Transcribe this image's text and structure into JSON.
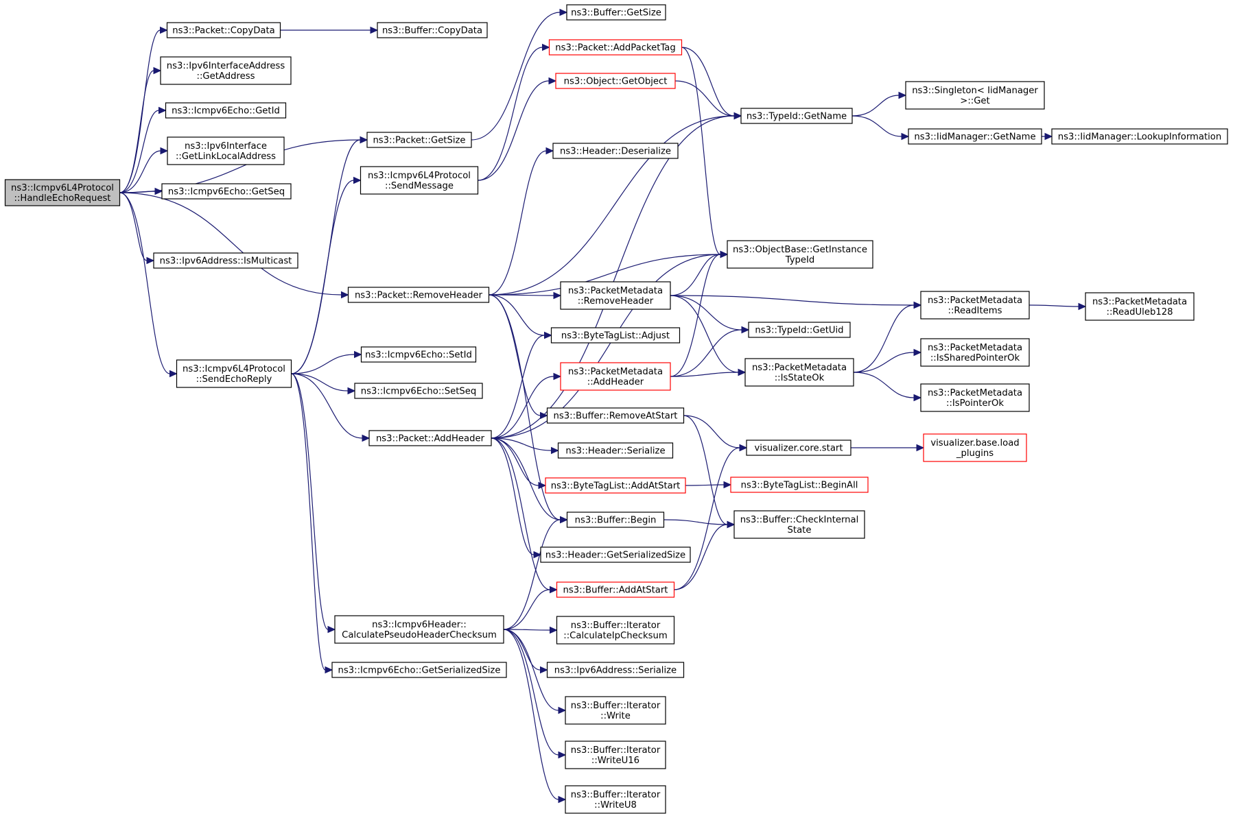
{
  "colors": {
    "edge": "#191970",
    "node_border": "#000000",
    "truncated_node_border": "#ff0000",
    "root_fill": "#bfbfbf",
    "background": "#ffffff"
  },
  "nodes": [
    {
      "id": "root",
      "lines": [
        "ns3::Icmpv6L4Protocol",
        "::HandleEchoRequest"
      ]
    },
    {
      "id": "pkt_copydata",
      "lines": [
        "ns3::Packet::CopyData"
      ]
    },
    {
      "id": "ipv6ifaddr_getaddress",
      "lines": [
        "ns3::Ipv6InterfaceAddress",
        "::GetAddress"
      ]
    },
    {
      "id": "echo_getid",
      "lines": [
        "ns3::Icmpv6Echo::GetId"
      ]
    },
    {
      "id": "ipv6if_getlinklocal",
      "lines": [
        "ns3::Ipv6Interface",
        "::GetLinkLocalAddress"
      ]
    },
    {
      "id": "echo_getseq",
      "lines": [
        "ns3::Icmpv6Echo::GetSeq"
      ]
    },
    {
      "id": "ipv6addr_ismulticast",
      "lines": [
        "ns3::Ipv6Address::IsMulticast"
      ]
    },
    {
      "id": "sendechoreply",
      "lines": [
        "ns3::Icmpv6L4Protocol",
        "::SendEchoReply"
      ]
    },
    {
      "id": "pkt_getsize",
      "lines": [
        "ns3::Packet::GetSize"
      ]
    },
    {
      "id": "sendmessage",
      "lines": [
        "ns3::Icmpv6L4Protocol",
        "::SendMessage"
      ]
    },
    {
      "id": "pkt_removeheader",
      "lines": [
        "ns3::Packet::RemoveHeader"
      ]
    },
    {
      "id": "echo_setid",
      "lines": [
        "ns3::Icmpv6Echo::SetId"
      ]
    },
    {
      "id": "echo_setseq",
      "lines": [
        "ns3::Icmpv6Echo::SetSeq"
      ]
    },
    {
      "id": "pkt_addheader",
      "lines": [
        "ns3::Packet::AddHeader"
      ]
    },
    {
      "id": "calcpseudo",
      "lines": [
        "ns3::Icmpv6Header::",
        "CalculatePseudoHeaderChecksum"
      ]
    },
    {
      "id": "echo_getserialsize",
      "lines": [
        "ns3::Icmpv6Echo::GetSerializedSize"
      ]
    },
    {
      "id": "buf_copydata",
      "lines": [
        "ns3::Buffer::CopyData"
      ]
    },
    {
      "id": "buf_getsize",
      "lines": [
        "ns3::Buffer::GetSize"
      ]
    },
    {
      "id": "pkt_addpackettag",
      "lines": [
        "ns3::Packet::AddPacketTag"
      ]
    },
    {
      "id": "obj_getobject",
      "lines": [
        "ns3::Object::GetObject"
      ]
    },
    {
      "id": "hdr_deserialize",
      "lines": [
        "ns3::Header::Deserialize"
      ]
    },
    {
      "id": "pm_removeheader",
      "lines": [
        "ns3::PacketMetadata",
        "::RemoveHeader"
      ]
    },
    {
      "id": "btl_adjust",
      "lines": [
        "ns3::ByteTagList::Adjust"
      ]
    },
    {
      "id": "pm_addheader",
      "lines": [
        "ns3::PacketMetadata",
        "::AddHeader"
      ]
    },
    {
      "id": "buf_removeatstart",
      "lines": [
        "ns3::Buffer::RemoveAtStart"
      ]
    },
    {
      "id": "hdr_serialize",
      "lines": [
        "ns3::Header::Serialize"
      ]
    },
    {
      "id": "btl_addatstart",
      "lines": [
        "ns3::ByteTagList::AddAtStart"
      ]
    },
    {
      "id": "buf_begin",
      "lines": [
        "ns3::Buffer::Begin"
      ]
    },
    {
      "id": "hdr_getserialsize",
      "lines": [
        "ns3::Header::GetSerializedSize"
      ]
    },
    {
      "id": "buf_addatstart",
      "lines": [
        "ns3::Buffer::AddAtStart"
      ]
    },
    {
      "id": "bufit_calcipchecksum",
      "lines": [
        "ns3::Buffer::Iterator",
        "::CalculateIpChecksum"
      ]
    },
    {
      "id": "ipv6addr_serialize",
      "lines": [
        "ns3::Ipv6Address::Serialize"
      ]
    },
    {
      "id": "bufit_write",
      "lines": [
        "ns3::Buffer::Iterator",
        "::Write"
      ]
    },
    {
      "id": "bufit_writeu16",
      "lines": [
        "ns3::Buffer::Iterator",
        "::WriteU16"
      ]
    },
    {
      "id": "bufit_writeu8",
      "lines": [
        "ns3::Buffer::Iterator",
        "::WriteU8"
      ]
    },
    {
      "id": "typeid_getname",
      "lines": [
        "ns3::TypeId::GetName"
      ]
    },
    {
      "id": "objbase_getinstancetypeid",
      "lines": [
        "ns3::ObjectBase::GetInstance",
        "TypeId"
      ]
    },
    {
      "id": "typeid_getuid",
      "lines": [
        "ns3::TypeId::GetUid"
      ]
    },
    {
      "id": "pm_isstateok",
      "lines": [
        "ns3::PacketMetadata",
        "::IsStateOk"
      ]
    },
    {
      "id": "viz_core_start",
      "lines": [
        "visualizer.core.start"
      ]
    },
    {
      "id": "btl_beginall",
      "lines": [
        "ns3::ByteTagList::BeginAll"
      ]
    },
    {
      "id": "buf_checkinternalstate",
      "lines": [
        "ns3::Buffer::CheckInternal",
        "State"
      ]
    },
    {
      "id": "singleton_get",
      "lines": [
        "ns3::Singleton< IidManager",
        ">::Get"
      ]
    },
    {
      "id": "iidmgr_getname",
      "lines": [
        "ns3::IidManager::GetName"
      ]
    },
    {
      "id": "iidmgr_lookupinfo",
      "lines": [
        "ns3::IidManager::LookupInformation"
      ]
    },
    {
      "id": "pm_readitems",
      "lines": [
        "ns3::PacketMetadata",
        "::ReadItems"
      ]
    },
    {
      "id": "pm_issharedpointerok",
      "lines": [
        "ns3::PacketMetadata",
        "::IsSharedPointerOk"
      ]
    },
    {
      "id": "pm_ispointerok",
      "lines": [
        "ns3::PacketMetadata",
        "::IsPointerOk"
      ]
    },
    {
      "id": "viz_base_loadplugins",
      "lines": [
        "visualizer.base.load",
        "_plugins"
      ]
    },
    {
      "id": "pm_readuleb128",
      "lines": [
        "ns3::PacketMetadata",
        "::ReadUleb128"
      ]
    }
  ],
  "edges": [
    [
      "root",
      "pkt_copydata"
    ],
    [
      "root",
      "ipv6ifaddr_getaddress"
    ],
    [
      "root",
      "echo_getid"
    ],
    [
      "root",
      "ipv6if_getlinklocal"
    ],
    [
      "root",
      "echo_getseq"
    ],
    [
      "root",
      "pkt_getsize"
    ],
    [
      "root",
      "ipv6addr_ismulticast"
    ],
    [
      "root",
      "pkt_removeheader"
    ],
    [
      "root",
      "sendechoreply"
    ],
    [
      "pkt_copydata",
      "buf_copydata"
    ],
    [
      "pkt_getsize",
      "buf_getsize"
    ],
    [
      "sendechoreply",
      "pkt_getsize"
    ],
    [
      "sendechoreply",
      "sendmessage"
    ],
    [
      "sendechoreply",
      "echo_setid"
    ],
    [
      "sendechoreply",
      "echo_setseq"
    ],
    [
      "sendechoreply",
      "pkt_addheader"
    ],
    [
      "sendechoreply",
      "calcpseudo"
    ],
    [
      "sendechoreply",
      "echo_getserialsize"
    ],
    [
      "sendmessage",
      "pkt_addpackettag"
    ],
    [
      "sendmessage",
      "obj_getobject"
    ],
    [
      "pkt_removeheader",
      "typeid_getname"
    ],
    [
      "pkt_removeheader",
      "hdr_deserialize"
    ],
    [
      "pkt_removeheader",
      "objbase_getinstancetypeid"
    ],
    [
      "pkt_removeheader",
      "pm_removeheader"
    ],
    [
      "pkt_removeheader",
      "btl_adjust"
    ],
    [
      "pkt_removeheader",
      "buf_removeatstart"
    ],
    [
      "pkt_removeheader",
      "buf_begin"
    ],
    [
      "pkt_addheader",
      "typeid_getname"
    ],
    [
      "pkt_addheader",
      "objbase_getinstancetypeid"
    ],
    [
      "pkt_addheader",
      "btl_adjust"
    ],
    [
      "pkt_addheader",
      "pm_addheader"
    ],
    [
      "pkt_addheader",
      "hdr_serialize"
    ],
    [
      "pkt_addheader",
      "btl_addatstart"
    ],
    [
      "pkt_addheader",
      "buf_begin"
    ],
    [
      "pkt_addheader",
      "hdr_getserialsize"
    ],
    [
      "pkt_addheader",
      "buf_addatstart"
    ],
    [
      "calcpseudo",
      "buf_begin"
    ],
    [
      "calcpseudo",
      "buf_addatstart"
    ],
    [
      "calcpseudo",
      "bufit_calcipchecksum"
    ],
    [
      "calcpseudo",
      "ipv6addr_serialize"
    ],
    [
      "calcpseudo",
      "bufit_write"
    ],
    [
      "calcpseudo",
      "bufit_writeu16"
    ],
    [
      "calcpseudo",
      "bufit_writeu8"
    ],
    [
      "pkt_addpackettag",
      "typeid_getname"
    ],
    [
      "pkt_addpackettag",
      "objbase_getinstancetypeid"
    ],
    [
      "obj_getobject",
      "typeid_getname"
    ],
    [
      "pm_removeheader",
      "objbase_getinstancetypeid"
    ],
    [
      "pm_removeheader",
      "typeid_getuid"
    ],
    [
      "pm_removeheader",
      "pm_isstateok"
    ],
    [
      "pm_removeheader",
      "pm_readitems"
    ],
    [
      "pm_addheader",
      "objbase_getinstancetypeid"
    ],
    [
      "pm_addheader",
      "typeid_getuid"
    ],
    [
      "pm_addheader",
      "pm_isstateok"
    ],
    [
      "buf_removeatstart",
      "viz_core_start"
    ],
    [
      "buf_removeatstart",
      "buf_checkinternalstate"
    ],
    [
      "btl_addatstart",
      "btl_beginall"
    ],
    [
      "buf_begin",
      "buf_checkinternalstate"
    ],
    [
      "buf_addatstart",
      "viz_core_start"
    ],
    [
      "buf_addatstart",
      "buf_checkinternalstate"
    ],
    [
      "typeid_getname",
      "singleton_get"
    ],
    [
      "typeid_getname",
      "iidmgr_getname"
    ],
    [
      "iidmgr_getname",
      "iidmgr_lookupinfo"
    ],
    [
      "pm_isstateok",
      "pm_readitems"
    ],
    [
      "pm_isstateok",
      "pm_issharedpointerok"
    ],
    [
      "pm_isstateok",
      "pm_ispointerok"
    ],
    [
      "pm_readitems",
      "pm_readuleb128"
    ],
    [
      "viz_core_start",
      "viz_base_loadplugins"
    ]
  ]
}
